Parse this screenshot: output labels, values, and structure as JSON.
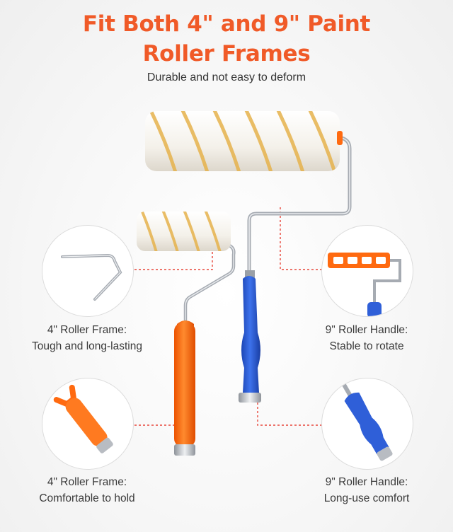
{
  "header": {
    "title_line1": "Fit Both 4\" and 9\" Paint",
    "title_line2": "Roller Frames",
    "subtitle": "Durable and not easy to deform",
    "title_color": "#f05a28"
  },
  "colors": {
    "accent_orange": "#f05a28",
    "handle_orange": "#ff6a10",
    "handle_blue": "#2f5fd8",
    "roller_stripe": "#e6b24c",
    "callout_line": "#e8463a",
    "metal": "#b8bcc2"
  },
  "callouts": [
    {
      "name": "4-roller-frame",
      "line1": "4\" Roller Frame:",
      "line2": "Tough and long-lasting",
      "icon": "roller-frame-wire-icon"
    },
    {
      "name": "9-roller-handle-rotate",
      "line1": "9\" Roller Handle:",
      "line2": "Stable to rotate",
      "icon": "roller-cage-icon"
    },
    {
      "name": "4-roller-frame-grip",
      "line1": "4\" Roller Frame:",
      "line2": "Comfortable to hold",
      "icon": "orange-handle-icon"
    },
    {
      "name": "9-roller-handle-grip",
      "line1": "9\" Roller Handle:",
      "line2": "Long-use comfort",
      "icon": "blue-handle-icon"
    }
  ]
}
